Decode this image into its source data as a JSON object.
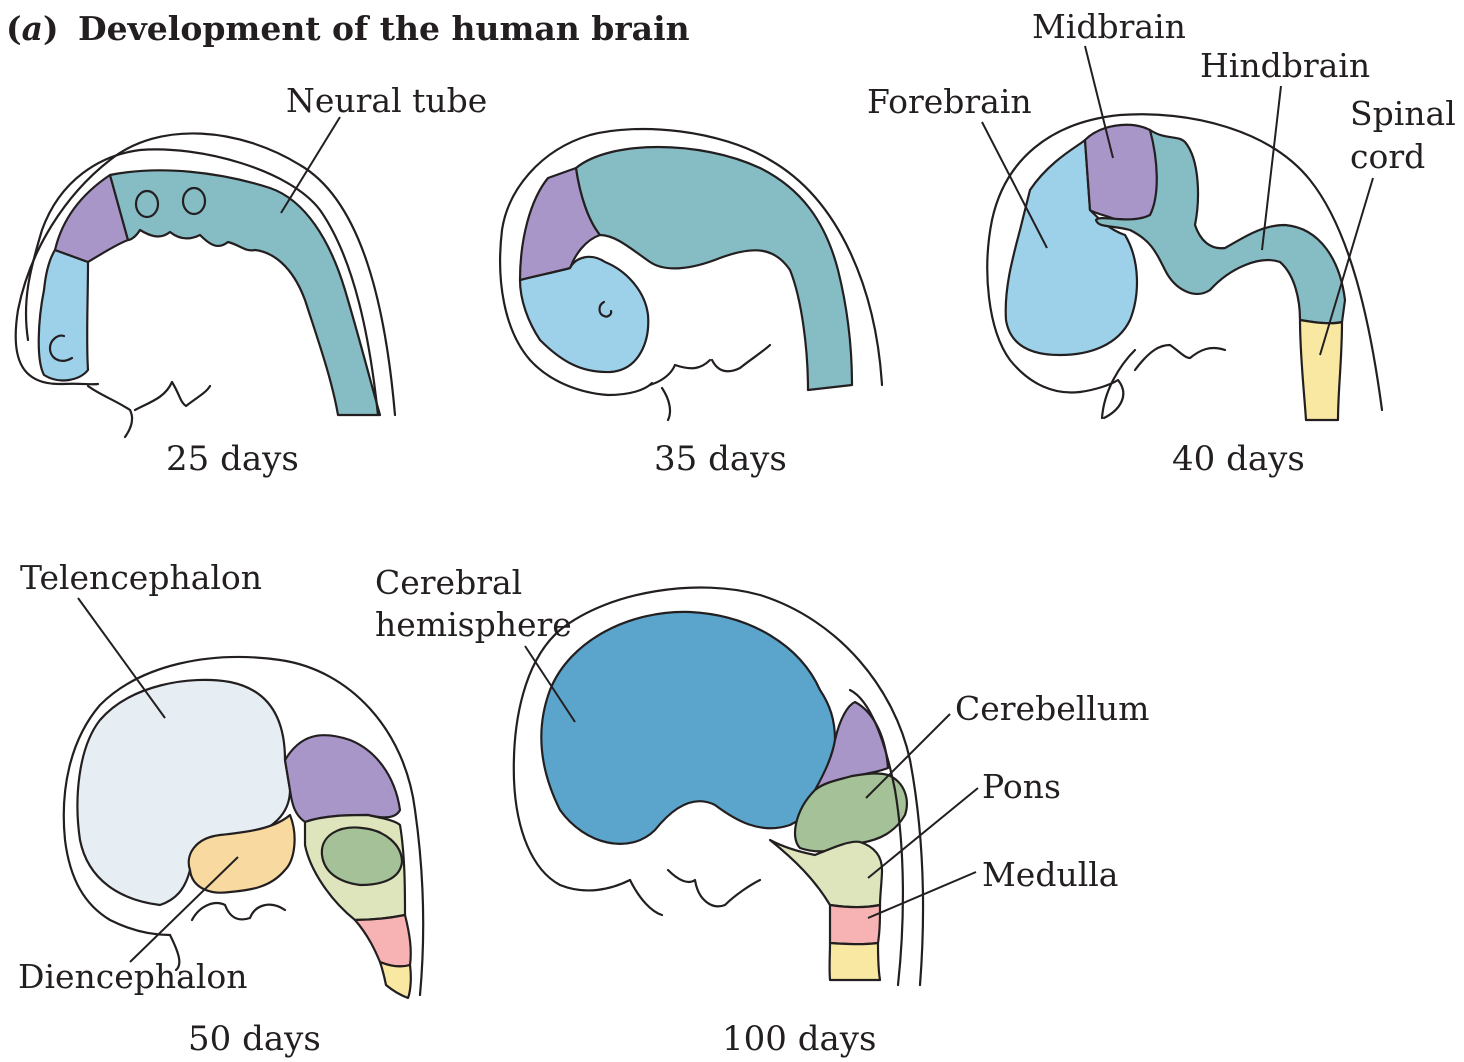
{
  "figure": {
    "panel": "(a)",
    "panel_letter": "a",
    "title": "Development of the human brain"
  },
  "colors": {
    "forebrain": "#9dd1ea",
    "midbrain": "#a996c9",
    "hindbrain": "#86bcc4",
    "spinal_cord": "#f8e8a2",
    "telencephalon": "#e6eef3",
    "diencephalon": "#f8d9a0",
    "cerebral_hemisphere": "#5ba5cc",
    "cerebellum": "#a4c197",
    "pons": "#dee5bd",
    "medulla": "#f7b3b3",
    "outline": "#231f20"
  },
  "stages": [
    {
      "caption": "25 days",
      "labels": [
        "Neural tube"
      ]
    },
    {
      "caption": "35 days",
      "labels": []
    },
    {
      "caption": "40 days",
      "labels": [
        "Forebrain",
        "Midbrain",
        "Hindbrain",
        "Spinal",
        "cord"
      ]
    },
    {
      "caption": "50 days",
      "labels": [
        "Telencephalon",
        "Diencephalon"
      ]
    },
    {
      "caption": "100 days",
      "labels": [
        "Cerebral",
        "hemisphere",
        "Cerebellum",
        "Pons",
        "Medulla"
      ]
    }
  ]
}
